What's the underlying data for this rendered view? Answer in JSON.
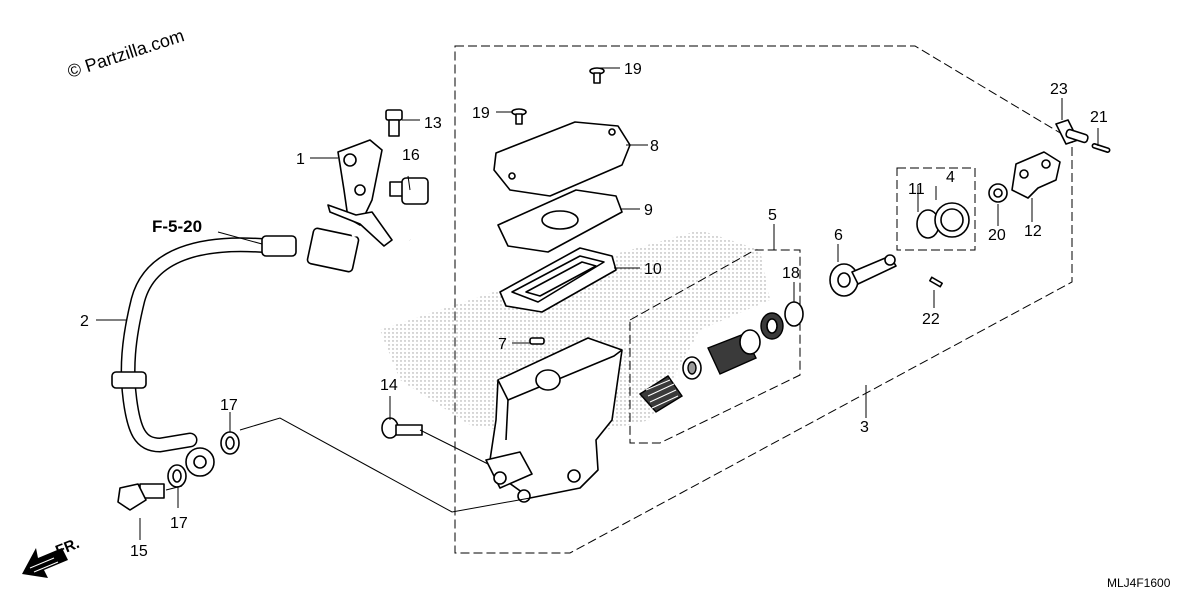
{
  "watermark": "© Partzilla.com",
  "diagram_code": "MLJ4F1600",
  "reference": "F-5-20",
  "direction": "FR.",
  "callouts": {
    "c1": "1",
    "c2": "2",
    "c3": "3",
    "c4": "4",
    "c5": "5",
    "c6": "6",
    "c7": "7",
    "c8": "8",
    "c9": "9",
    "c10": "10",
    "c11": "11",
    "c12": "12",
    "c13": "13",
    "c14": "14",
    "c15": "15",
    "c16": "16",
    "c17a": "17",
    "c17b": "17",
    "c18": "18",
    "c19a": "19",
    "c19b": "19",
    "c20": "20",
    "c21": "21",
    "c22": "22",
    "c23": "23"
  }
}
